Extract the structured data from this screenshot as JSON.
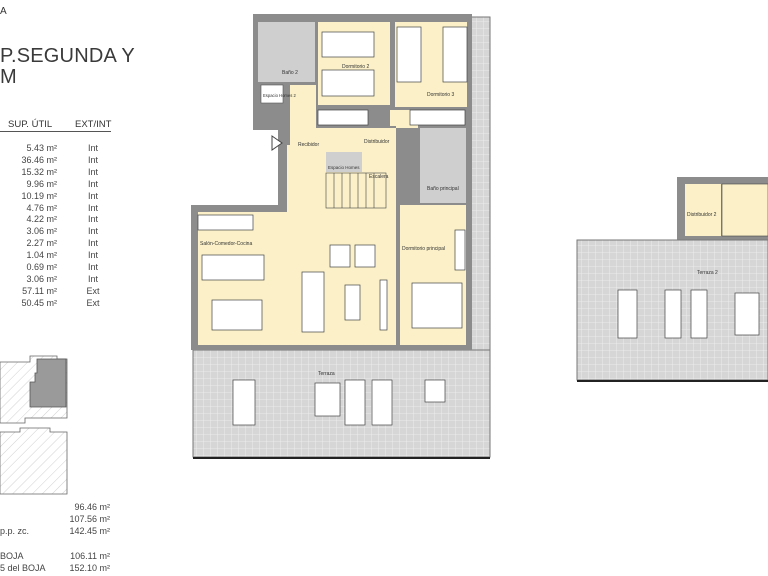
{
  "header": {
    "top_label": "A",
    "title_line1": "P.SEGUNDA Y",
    "title_line2": "M"
  },
  "table": {
    "columns": [
      "SUP. ÚTIL",
      "EXT/INT"
    ],
    "rows": [
      {
        "area": "5.43 m²",
        "type": "Int"
      },
      {
        "area": "36.46 m²",
        "type": "Int"
      },
      {
        "area": "15.32 m²",
        "type": "Int"
      },
      {
        "area": "9.96 m²",
        "type": "Int"
      },
      {
        "area": "10.19 m²",
        "type": "Int"
      },
      {
        "area": "4.76 m²",
        "type": "Int"
      },
      {
        "area": "4.22 m²",
        "type": "Int"
      },
      {
        "area": "3.06 m²",
        "type": "Int"
      },
      {
        "area": "2.27 m²",
        "type": "Int"
      },
      {
        "area": "1.04 m²",
        "type": "Int"
      },
      {
        "area": "0.69 m²",
        "type": "Int"
      },
      {
        "area": "3.06 m²",
        "type": "Int"
      },
      {
        "area": "57.11 m²",
        "type": "Ext"
      },
      {
        "area": "50.45 m²",
        "type": "Ext"
      }
    ]
  },
  "totals": [
    {
      "label": "",
      "value": "96.46 m²"
    },
    {
      "label": "",
      "value": "107.56 m²"
    },
    {
      "label": "p.p. zc.",
      "value": "142.45 m²"
    },
    {
      "label": "BOJA",
      "value": "106.11 m²"
    },
    {
      "label": "5 del BOJA",
      "value": "152.10 m²"
    }
  ],
  "plan": {
    "rooms": {
      "bano2": "Baño 2",
      "espacio_homes2": "Espacio Homes 2",
      "dormitorio2": "Dormitorio 2",
      "dormitorio3": "Dormitorio 3",
      "recibidor": "Recibidor",
      "distribuidor": "Distribuidor",
      "espacio_homes": "Espacio Homes",
      "escalera": "Escalera",
      "bano_principal": "Baño principal",
      "salon": "Salón-Comedor-Cocina",
      "dormitorio_principal": "Dormitorio principal",
      "terraza": "Terraza"
    },
    "upper": {
      "distribuidor2": "Distribuidor 2",
      "terraza2": "Terraza 2"
    }
  },
  "colors": {
    "room_fill": "#fbf0c8",
    "wall": "#8c8c8c",
    "terrace": "#d4d4d4"
  }
}
